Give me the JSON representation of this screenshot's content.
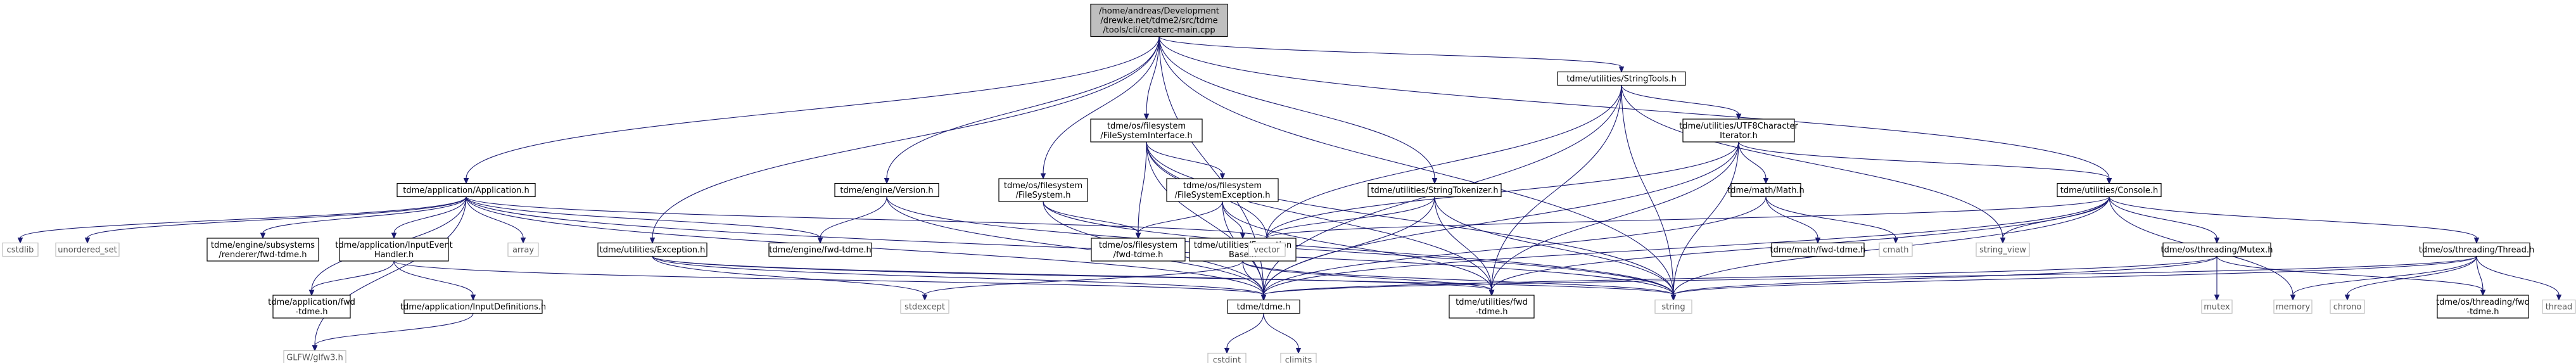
{
  "graph": {
    "root": "root",
    "nodes": [
      {
        "id": "root",
        "lines": [
          "/home/andreas/Development",
          "/drewke.net/tdme2/src/tdme",
          "/tools/cli/createrc-main.cpp"
        ],
        "kind": "root"
      },
      {
        "id": "app",
        "lines": [
          "tdme/application/Application.h"
        ]
      },
      {
        "id": "version",
        "lines": [
          "tdme/engine/Version.h"
        ]
      },
      {
        "id": "fsi",
        "lines": [
          "tdme/os/filesystem",
          "/FileSystemInterface.h"
        ]
      },
      {
        "id": "fs",
        "lines": [
          "tdme/os/filesystem",
          "/FileSystem.h"
        ]
      },
      {
        "id": "fsexc",
        "lines": [
          "tdme/os/filesystem",
          "/FileSystemException.h"
        ]
      },
      {
        "id": "excbase",
        "lines": [
          "tdme/utilities/Exception",
          "Base.h"
        ]
      },
      {
        "id": "exc",
        "lines": [
          "tdme/utilities/Exception.h"
        ]
      },
      {
        "id": "tok",
        "lines": [
          "tdme/utilities/StringTokenizer.h"
        ]
      },
      {
        "id": "strtools",
        "lines": [
          "tdme/utilities/StringTools.h"
        ]
      },
      {
        "id": "utf8",
        "lines": [
          "tdme/utilities/UTF8Character",
          "Iterator.h"
        ]
      },
      {
        "id": "math",
        "lines": [
          "tdme/math/Math.h"
        ]
      },
      {
        "id": "mathfwd",
        "lines": [
          "tdme/math/fwd-tdme.h"
        ]
      },
      {
        "id": "console",
        "lines": [
          "tdme/utilities/Console.h"
        ]
      },
      {
        "id": "mutex",
        "lines": [
          "tdme/os/threading/Mutex.h"
        ]
      },
      {
        "id": "thread",
        "lines": [
          "tdme/os/threading/Thread.h"
        ]
      },
      {
        "id": "thrfwd",
        "lines": [
          "tdme/os/threading/fwd",
          "-tdme.h"
        ]
      },
      {
        "id": "tdme",
        "lines": [
          "tdme/tdme.h"
        ]
      },
      {
        "id": "utilfwd",
        "lines": [
          "tdme/utilities/fwd",
          "-tdme.h"
        ]
      },
      {
        "id": "fsfwd",
        "lines": [
          "tdme/os/filesystem",
          "/fwd-tdme.h"
        ]
      },
      {
        "id": "enginefwd",
        "lines": [
          "tdme/engine/fwd-tdme.h"
        ]
      },
      {
        "id": "subsys",
        "lines": [
          "tdme/engine/subsystems",
          "/renderer/fwd-tdme.h"
        ]
      },
      {
        "id": "input",
        "lines": [
          "tdme/application/InputEvent",
          "Handler.h"
        ]
      },
      {
        "id": "inputdefs",
        "lines": [
          "tdme/application/InputDefinitions.h"
        ]
      },
      {
        "id": "appfwd",
        "lines": [
          "tdme/application/fwd",
          "-tdme.h"
        ]
      },
      {
        "id": "glfw",
        "lines": [
          "GLFW/glfw3.h"
        ],
        "kind": "ext"
      },
      {
        "id": "cstdlib",
        "lines": [
          "cstdlib"
        ],
        "kind": "ext"
      },
      {
        "id": "unordered_set",
        "lines": [
          "unordered_set"
        ],
        "kind": "ext"
      },
      {
        "id": "array",
        "lines": [
          "array"
        ],
        "kind": "ext"
      },
      {
        "id": "vector",
        "lines": [
          "vector"
        ],
        "kind": "ext"
      },
      {
        "id": "string",
        "lines": [
          "string"
        ],
        "kind": "ext"
      },
      {
        "id": "string_view",
        "lines": [
          "string_view"
        ],
        "kind": "ext"
      },
      {
        "id": "cmath",
        "lines": [
          "cmath"
        ],
        "kind": "ext"
      },
      {
        "id": "stdexcept",
        "lines": [
          "stdexcept"
        ],
        "kind": "ext"
      },
      {
        "id": "cstdint",
        "lines": [
          "cstdint"
        ],
        "kind": "ext"
      },
      {
        "id": "climits",
        "lines": [
          "climits"
        ],
        "kind": "ext"
      },
      {
        "id": "memory",
        "lines": [
          "memory"
        ],
        "kind": "ext"
      },
      {
        "id": "mutexstd",
        "lines": [
          "mutex"
        ],
        "kind": "ext"
      },
      {
        "id": "chrono",
        "lines": [
          "chrono"
        ],
        "kind": "ext"
      },
      {
        "id": "threadstd",
        "lines": [
          "thread"
        ],
        "kind": "ext"
      }
    ],
    "edges": [
      [
        "root",
        "app"
      ],
      [
        "root",
        "version"
      ],
      [
        "root",
        "fsi"
      ],
      [
        "root",
        "fs"
      ],
      [
        "root",
        "exc"
      ],
      [
        "root",
        "tok"
      ],
      [
        "root",
        "strtools"
      ],
      [
        "root",
        "console"
      ],
      [
        "root",
        "tdme"
      ],
      [
        "root",
        "string"
      ],
      [
        "app",
        "cstdlib"
      ],
      [
        "app",
        "unordered_set"
      ],
      [
        "app",
        "array"
      ],
      [
        "app",
        "vector"
      ],
      [
        "app",
        "string"
      ],
      [
        "app",
        "tdme"
      ],
      [
        "app",
        "enginefwd"
      ],
      [
        "app",
        "subsys"
      ],
      [
        "app",
        "input"
      ],
      [
        "app",
        "appfwd"
      ],
      [
        "app",
        "glfw"
      ],
      [
        "input",
        "inputdefs"
      ],
      [
        "input",
        "appfwd"
      ],
      [
        "input",
        "tdme"
      ],
      [
        "inputdefs",
        "glfw"
      ],
      [
        "version",
        "tdme"
      ],
      [
        "version",
        "enginefwd"
      ],
      [
        "version",
        "string"
      ],
      [
        "exc",
        "stdexcept"
      ],
      [
        "exc",
        "tdme"
      ],
      [
        "exc",
        "utilfwd"
      ],
      [
        "exc",
        "string"
      ],
      [
        "fsi",
        "vector"
      ],
      [
        "fsi",
        "string"
      ],
      [
        "fsi",
        "tdme"
      ],
      [
        "fsi",
        "fsfwd"
      ],
      [
        "fsi",
        "fsexc"
      ],
      [
        "fsi",
        "utilfwd"
      ],
      [
        "fs",
        "fsfwd"
      ],
      [
        "fs",
        "tdme"
      ],
      [
        "fs",
        "string"
      ],
      [
        "fsexc",
        "fsfwd"
      ],
      [
        "fsexc",
        "excbase"
      ],
      [
        "fsexc",
        "tdme"
      ],
      [
        "fsexc",
        "utilfwd"
      ],
      [
        "excbase",
        "stdexcept"
      ],
      [
        "excbase",
        "string"
      ],
      [
        "excbase",
        "tdme"
      ],
      [
        "excbase",
        "utilfwd"
      ],
      [
        "tok",
        "vector"
      ],
      [
        "tok",
        "string"
      ],
      [
        "tok",
        "tdme"
      ],
      [
        "tok",
        "utilfwd"
      ],
      [
        "strtools",
        "utf8"
      ],
      [
        "strtools",
        "vector"
      ],
      [
        "strtools",
        "string"
      ],
      [
        "strtools",
        "string_view"
      ],
      [
        "strtools",
        "tdme"
      ],
      [
        "strtools",
        "utilfwd"
      ],
      [
        "utf8",
        "vector"
      ],
      [
        "utf8",
        "string"
      ],
      [
        "utf8",
        "math"
      ],
      [
        "utf8",
        "console"
      ],
      [
        "utf8",
        "tdme"
      ],
      [
        "utf8",
        "utilfwd"
      ],
      [
        "math",
        "cmath"
      ],
      [
        "math",
        "mathfwd"
      ],
      [
        "math",
        "tdme"
      ],
      [
        "console",
        "vector"
      ],
      [
        "console",
        "string"
      ],
      [
        "console",
        "string_view"
      ],
      [
        "console",
        "memory"
      ],
      [
        "console",
        "mutex"
      ],
      [
        "console",
        "thread"
      ],
      [
        "console",
        "tdme"
      ],
      [
        "console",
        "utilfwd"
      ],
      [
        "mutex",
        "mutexstd"
      ],
      [
        "mutex",
        "string"
      ],
      [
        "mutex",
        "tdme"
      ],
      [
        "mutex",
        "thrfwd"
      ],
      [
        "thread",
        "chrono"
      ],
      [
        "thread",
        "memory"
      ],
      [
        "thread",
        "threadstd"
      ],
      [
        "thread",
        "string"
      ],
      [
        "thread",
        "tdme"
      ],
      [
        "thread",
        "thrfwd"
      ],
      [
        "tdme",
        "cstdint"
      ],
      [
        "tdme",
        "climits"
      ]
    ]
  }
}
